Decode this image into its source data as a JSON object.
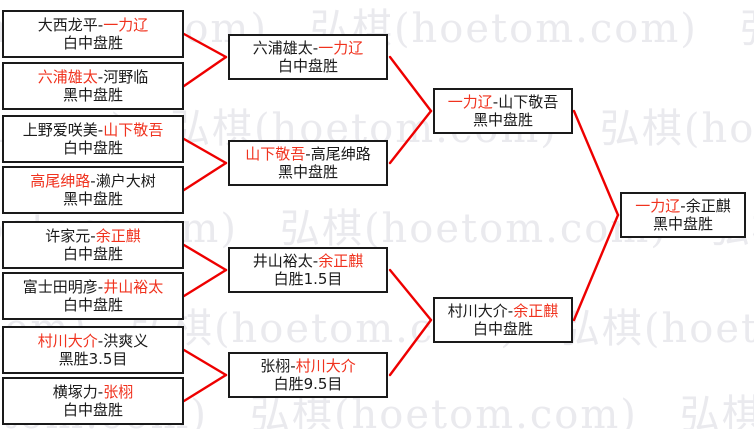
{
  "watermark": {
    "text": "弘棋(hoetom.com)",
    "color": "#e9e9ee"
  },
  "colors": {
    "winner": "#f0321e",
    "loser": "#1a1a1a",
    "box_border": "#1a1a1a",
    "connector": "#ee0000",
    "background": "#ffffff"
  },
  "bracket": {
    "round1": [
      {
        "p1": "大西龙平",
        "sep": "-",
        "p2": "一力辽",
        "winner": 2,
        "result": "白中盘胜"
      },
      {
        "p1": "六浦雄太",
        "sep": "-",
        "p2": "河野临",
        "winner": 1,
        "result": "黑中盘胜"
      },
      {
        "p1": "上野爱咲美",
        "sep": "-",
        "p2": "山下敬吾",
        "winner": 2,
        "result": "白中盘胜"
      },
      {
        "p1": "高尾绅路",
        "sep": "-",
        "p2": "濑户大树",
        "winner": 1,
        "result": "黑中盘胜"
      },
      {
        "p1": "许家元",
        "sep": "-",
        "p2": "余正麒",
        "winner": 2,
        "result": "白中盘胜"
      },
      {
        "p1": "富士田明彦",
        "sep": "-",
        "p2": "井山裕太",
        "winner": 2,
        "result": "白中盘胜"
      },
      {
        "p1": "村川大介",
        "sep": "-",
        "p2": "洪爽义",
        "winner": 1,
        "result": "黑胜3.5目"
      },
      {
        "p1": "横塚力",
        "sep": "-",
        "p2": "张栩",
        "winner": 2,
        "result": "白中盘胜"
      }
    ],
    "round2": [
      {
        "p1": "六浦雄太",
        "sep": "-",
        "p2": "一力辽",
        "winner": 2,
        "result": "白中盘胜"
      },
      {
        "p1": "山下敬吾",
        "sep": "-",
        "p2": "高尾绅路",
        "winner": 1,
        "result": "黑中盘胜"
      },
      {
        "p1": "井山裕太",
        "sep": "-",
        "p2": "余正麒",
        "winner": 2,
        "result": "白胜1.5目"
      },
      {
        "p1": "张栩",
        "sep": "-",
        "p2": "村川大介",
        "winner": 2,
        "result": "白胜9.5目"
      }
    ],
    "round3": [
      {
        "p1": "一力辽",
        "sep": "-",
        "p2": "山下敬吾",
        "winner": 1,
        "result": "黑中盘胜"
      },
      {
        "p1": "村川大介",
        "sep": "-",
        "p2": "余正麒",
        "winner": 2,
        "result": "白中盘胜"
      }
    ],
    "round4": [
      {
        "p1": "一力辽",
        "sep": "-",
        "p2": "余正麒",
        "winner": 1,
        "result": "黑中盘胜"
      }
    ]
  }
}
